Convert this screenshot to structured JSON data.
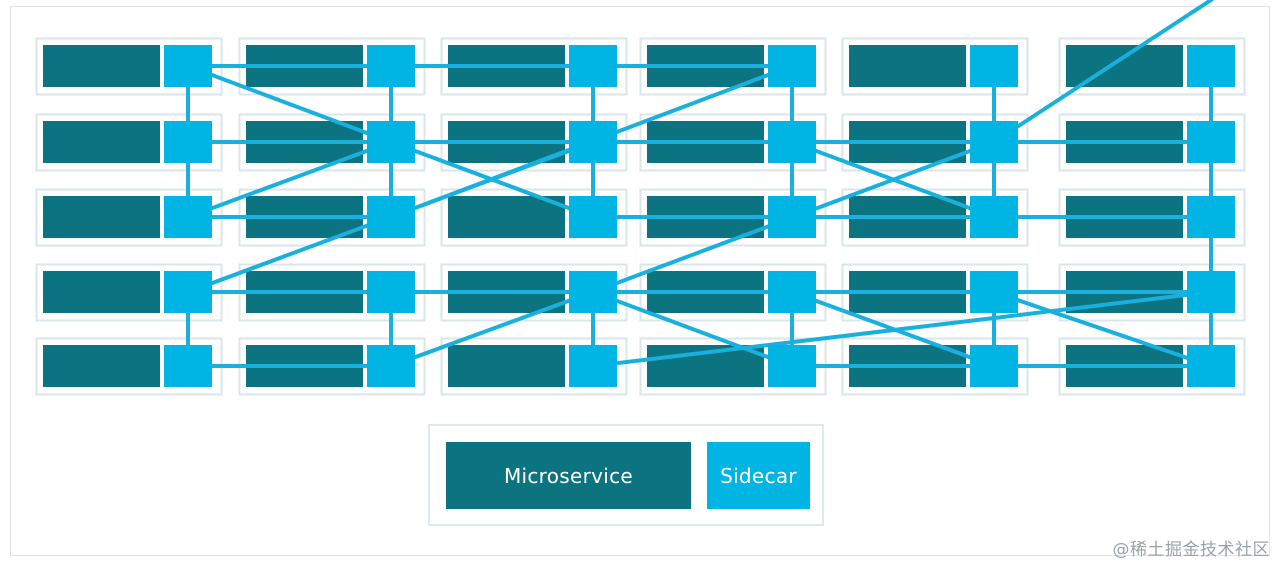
{
  "colors": {
    "microservice": "#0b7480",
    "sidecar": "#00b4e4",
    "link": "#1ab0dd",
    "cell_border": "#dbe6ea"
  },
  "mesh": {
    "columns": 6,
    "rows": 5,
    "links_vertical": [
      [
        0,
        0,
        1
      ],
      [
        0,
        1,
        2
      ],
      [
        0,
        3,
        4
      ],
      [
        1,
        0,
        1
      ],
      [
        1,
        1,
        2
      ],
      [
        1,
        3,
        4
      ],
      [
        2,
        0,
        1
      ],
      [
        2,
        1,
        2
      ],
      [
        2,
        3,
        4
      ],
      [
        3,
        0,
        1
      ],
      [
        3,
        1,
        2
      ],
      [
        3,
        3,
        4
      ],
      [
        4,
        0,
        1
      ],
      [
        4,
        1,
        2
      ],
      [
        4,
        3,
        4
      ],
      [
        5,
        0,
        1
      ],
      [
        5,
        1,
        2
      ],
      [
        5,
        2,
        3
      ],
      [
        5,
        3,
        4
      ]
    ],
    "links_horizontal": [
      [
        0,
        0,
        3
      ],
      [
        3,
        0,
        5
      ],
      [
        1,
        0,
        5
      ],
      [
        2,
        0,
        1
      ],
      [
        2,
        2,
        5
      ],
      [
        3,
        1,
        2
      ],
      [
        4,
        0,
        1
      ],
      [
        4,
        3,
        5
      ]
    ],
    "links_diagonal": [
      [
        [
          0,
          0
        ],
        [
          1,
          1
        ]
      ],
      [
        [
          1,
          1
        ],
        [
          2,
          0
        ]
      ],
      [
        [
          1,
          1
        ],
        [
          2,
          2
        ]
      ],
      [
        [
          1,
          2
        ],
        [
          3,
          0
        ]
      ],
      [
        [
          1,
          3
        ],
        [
          2,
          4
        ]
      ],
      [
        [
          1,
          4
        ],
        [
          5,
          5
        ]
      ],
      [
        [
          0,
          3
        ],
        [
          2,
          1
        ]
      ],
      [
        [
          1,
          4
        ],
        [
          3,
          2
        ]
      ],
      [
        [
          3,
          2
        ],
        [
          4,
          3
        ]
      ],
      [
        [
          3,
          2
        ],
        [
          4,
          1
        ]
      ],
      [
        [
          3,
          3
        ],
        [
          4,
          4
        ]
      ],
      [
        [
          3,
          4
        ],
        [
          4,
          5
        ]
      ],
      [
        [
          4,
          2
        ],
        [
          3,
          5
        ]
      ]
    ]
  },
  "legend": {
    "microservice_label": "Microservice",
    "sidecar_label": "Sidecar"
  },
  "watermark": "@稀土掘金技术社区"
}
